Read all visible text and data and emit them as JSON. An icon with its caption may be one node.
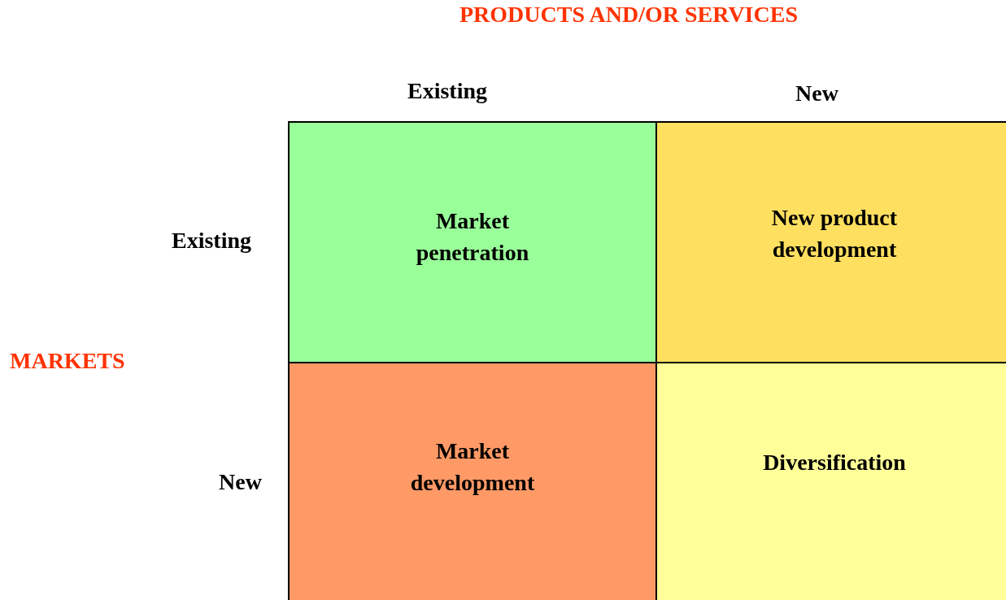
{
  "diagram": {
    "nodes": [
      {
        "text": [
          "Market penetration"
        ]
      },
      {
        "text": [
          "New product development"
        ]
      },
      {
        "text": [
          "Market development"
        ]
      },
      {
        "text": [
          "Diversification"
        ]
      }
    ],
    "labels": [
      "PRODUCTS AND/OR SERVICES",
      "Existing",
      "New",
      "Existing",
      "MARKETS",
      "New"
    ]
  }
}
